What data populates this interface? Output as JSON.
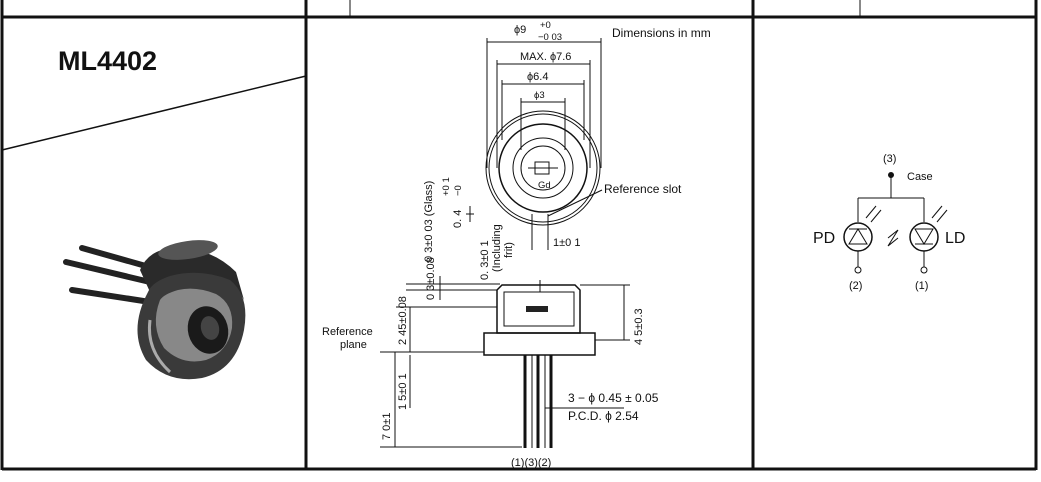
{
  "model": "ML4402",
  "drawing": {
    "units_note": "Dimensions in mm",
    "dia_outer": "ϕ9",
    "dia_outer_tol_plus": "+0",
    "dia_outer_tol_minus": "−0 03",
    "dia_max": "MAX. ϕ7.6",
    "dia_64": "ϕ6.4",
    "dia_3": "ϕ3",
    "reference_slot": "Reference slot",
    "dim_04": "0. 4",
    "dim_04_plus": "+0 1",
    "dim_04_minus": "−0",
    "dim_glass": "0 3±0 03 (Glass)",
    "dim_frit_1": "0. 3±0 1",
    "dim_frit_2": "(Including",
    "dim_frit_3": "frit)",
    "dim_slot": "1±0 1",
    "dim_008": "0 3±0.08",
    "dim_245": "2 45±0.08",
    "dim_height": "4 5±0.3",
    "reference_plane_1": "Reference",
    "reference_plane_2": "plane",
    "dim_lead": "7 0±1",
    "dim_base": "1 5±0 1",
    "leads_1": "3 − ϕ 0.45 ± 0.05",
    "leads_2": "P.C.D. ϕ 2.54",
    "pin_order": "(1)(3)(2)"
  },
  "circuit": {
    "case_pin": "(3)",
    "case_label": "Case",
    "pd_label": "PD",
    "ld_label": "LD",
    "pd_pin": "(2)",
    "ld_pin": "(1)"
  }
}
